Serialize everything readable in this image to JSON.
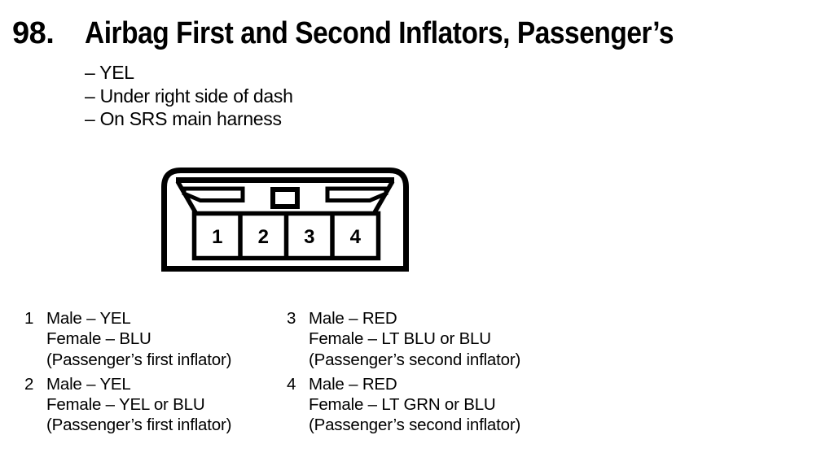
{
  "colors": {
    "ink": "#000000",
    "background": "#ffffff"
  },
  "header": {
    "number": "98.",
    "title": "Airbag First and Second Inflators, Passenger’s"
  },
  "notes": [
    "– YEL",
    "– Under right side of dash",
    "– On SRS main harness"
  ],
  "connector": {
    "description": "4-cavity connector, front view",
    "pins": [
      "1",
      "2",
      "3",
      "4"
    ]
  },
  "legend": {
    "items": [
      {
        "pin": "1",
        "male": "Male – YEL",
        "female": "Female – BLU",
        "note": "(Passenger’s first inflator)"
      },
      {
        "pin": "2",
        "male": "Male – YEL",
        "female": "Female – YEL or BLU",
        "note": "(Passenger’s first inflator)"
      },
      {
        "pin": "3",
        "male": "Male – RED",
        "female": "Female – LT BLU or BLU",
        "note": "(Passenger’s second inflator)"
      },
      {
        "pin": "4",
        "male": "Male – RED",
        "female": "Female – LT GRN or BLU",
        "note": "(Passenger’s second inflator)"
      }
    ]
  }
}
